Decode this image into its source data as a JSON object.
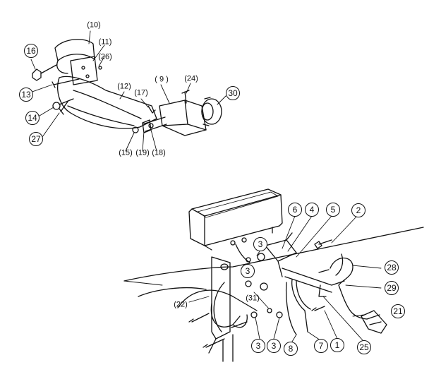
{
  "diagram": {
    "upper_assembly_callouts": [
      {
        "id": "c10",
        "label": "(10)",
        "style": "paren"
      },
      {
        "id": "c11",
        "label": "(11)",
        "style": "paren"
      },
      {
        "id": "c26a",
        "label": "(26)",
        "style": "paren"
      },
      {
        "id": "c16",
        "label": "16",
        "style": "circled"
      },
      {
        "id": "c13",
        "label": "13",
        "style": "circled"
      },
      {
        "id": "c12",
        "label": "(12)",
        "style": "paren"
      },
      {
        "id": "c17",
        "label": "(17)",
        "style": "paren"
      },
      {
        "id": "c9",
        "label": "( 9 )",
        "style": "paren"
      },
      {
        "id": "c24",
        "label": "(24)",
        "style": "paren"
      },
      {
        "id": "c30",
        "label": "30",
        "style": "circled"
      },
      {
        "id": "c14",
        "label": "14",
        "style": "circled"
      },
      {
        "id": "c27",
        "label": "27",
        "style": "circled"
      },
      {
        "id": "c15",
        "label": "(15)",
        "style": "paren"
      },
      {
        "id": "c19",
        "label": "(19)",
        "style": "paren"
      },
      {
        "id": "c18",
        "label": "(18)",
        "style": "paren"
      }
    ],
    "lower_assembly_callouts": [
      {
        "id": "c6",
        "label": "6",
        "style": "circled"
      },
      {
        "id": "c4",
        "label": "4",
        "style": "circled"
      },
      {
        "id": "c5",
        "label": "5",
        "style": "circled"
      },
      {
        "id": "c2",
        "label": "2",
        "style": "circled"
      },
      {
        "id": "c3a",
        "label": "3",
        "style": "circled"
      },
      {
        "id": "c3b",
        "label": "3",
        "style": "circled"
      },
      {
        "id": "c28",
        "label": "28",
        "style": "circled"
      },
      {
        "id": "c29",
        "label": "29",
        "style": "circled"
      },
      {
        "id": "c22",
        "label": "(22)",
        "style": "paren"
      },
      {
        "id": "c31",
        "label": "(31)",
        "style": "paren"
      },
      {
        "id": "c21",
        "label": "21",
        "style": "circled"
      },
      {
        "id": "c3c",
        "label": "3",
        "style": "circled"
      },
      {
        "id": "c3d",
        "label": "3",
        "style": "circled"
      },
      {
        "id": "c8",
        "label": "8",
        "style": "circled"
      },
      {
        "id": "c7",
        "label": "7",
        "style": "circled"
      },
      {
        "id": "c1",
        "label": "1",
        "style": "circled"
      },
      {
        "id": "c25",
        "label": "25",
        "style": "circled"
      }
    ],
    "colors": {
      "ink": "#111111",
      "paper": "#ffffff"
    }
  }
}
